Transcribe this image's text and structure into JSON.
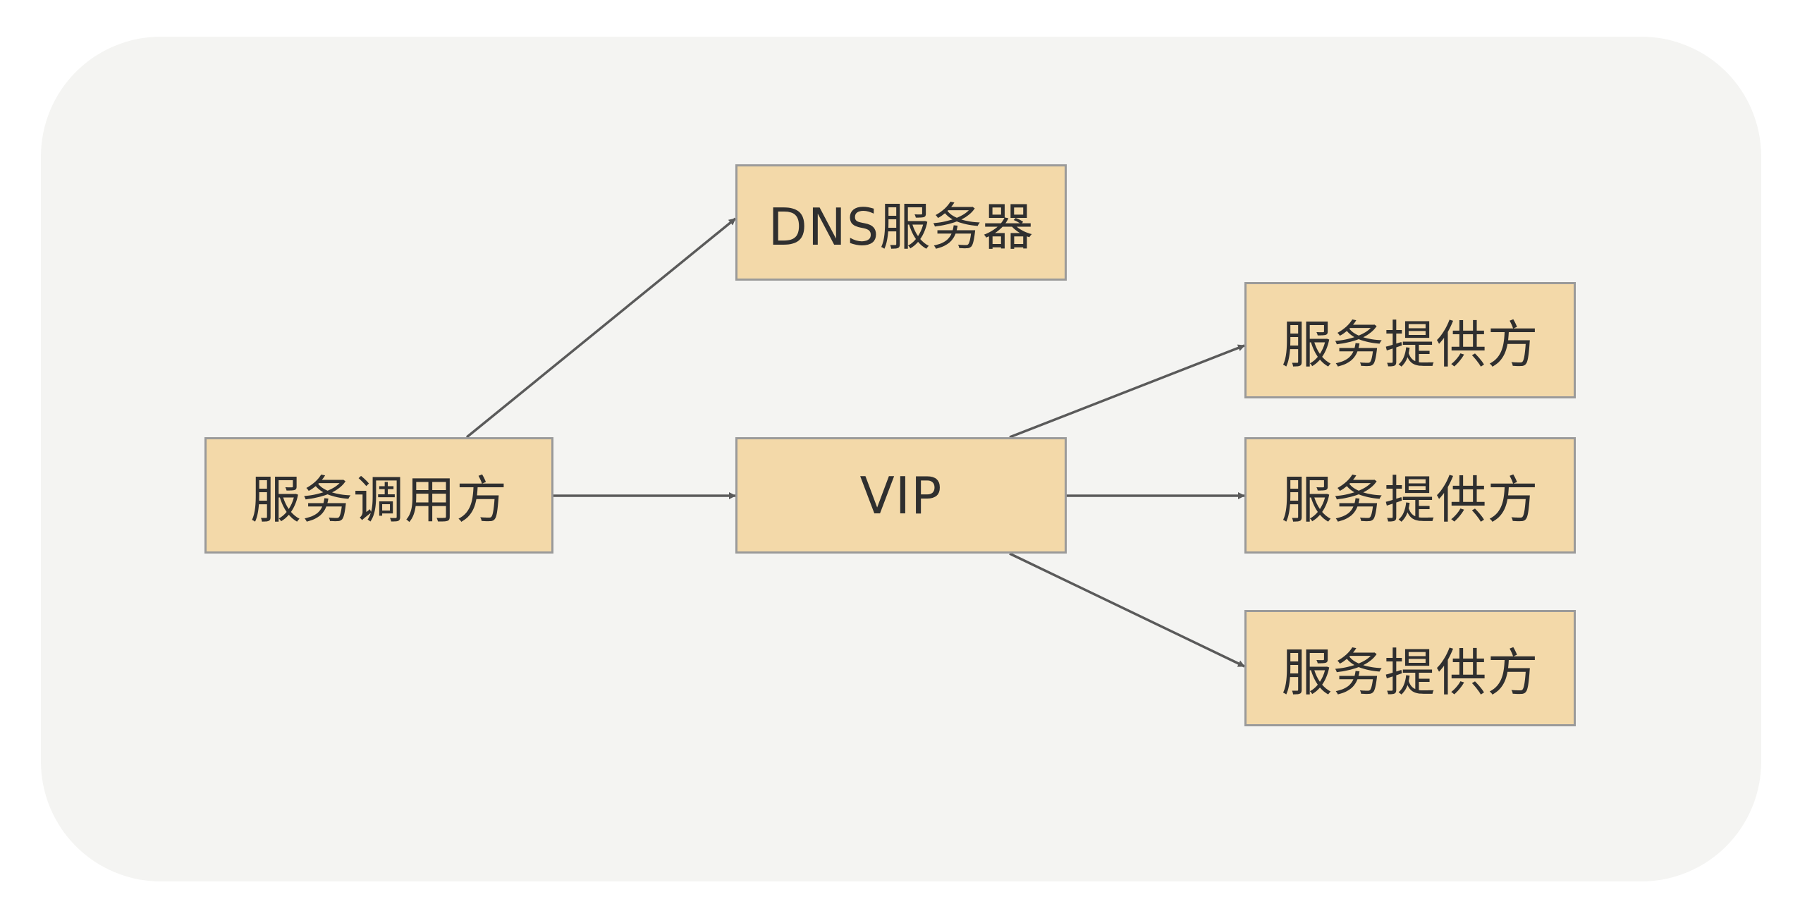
{
  "diagram": {
    "nodes": {
      "caller": {
        "label": "服务调用方"
      },
      "dns": {
        "label": "DNS服务器"
      },
      "vip": {
        "label": "VIP"
      },
      "provider_1": {
        "label": "服务提供方"
      },
      "provider_2": {
        "label": "服务提供方"
      },
      "provider_3": {
        "label": "服务提供方"
      }
    },
    "edges": [
      {
        "from": "caller",
        "to": "dns"
      },
      {
        "from": "caller",
        "to": "vip"
      },
      {
        "from": "vip",
        "to": "provider_1"
      },
      {
        "from": "vip",
        "to": "provider_2"
      },
      {
        "from": "vip",
        "to": "provider_3"
      }
    ],
    "colors": {
      "background": "#f4f4f2",
      "node_fill": "#f3d9a9",
      "node_border": "#9a9a9a",
      "edge": "#5a5a5a",
      "text": "#2f2f2f"
    }
  }
}
